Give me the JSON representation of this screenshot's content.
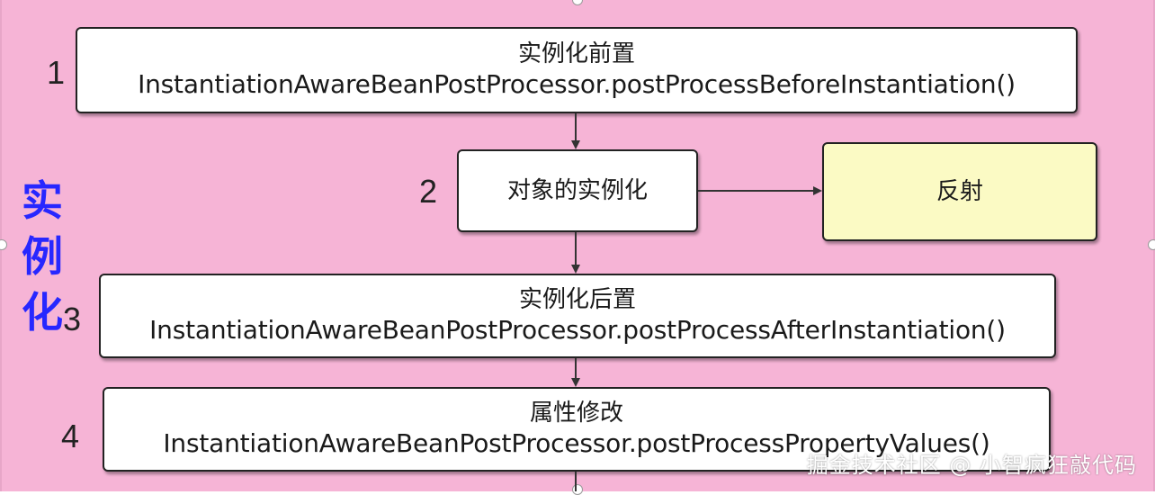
{
  "side_label": [
    "实",
    "例",
    "化"
  ],
  "steps": [
    {
      "number": "1",
      "title": "实例化前置",
      "method": "InstantiationAwareBeanPostProcessor.postProcessBeforeInstantiation()"
    },
    {
      "number": "2",
      "title": "对象的实例化"
    },
    {
      "number": "3",
      "title": "实例化后置",
      "method": "InstantiationAwareBeanPostProcessor.postProcessAfterInstantiation()"
    },
    {
      "number": "4",
      "title": "属性修改",
      "method": "InstantiationAwareBeanPostProcessor.postProcessPropertyValues()"
    }
  ],
  "side_box": {
    "title": "反射"
  },
  "watermark": "掘金技术社区 @ 小智疯狂敲代码",
  "colors": {
    "background": "#f6b4d6",
    "box": "#ffffff",
    "side_box": "#fbfac4",
    "side_label": "#2727ff",
    "arrow": "#333333"
  }
}
